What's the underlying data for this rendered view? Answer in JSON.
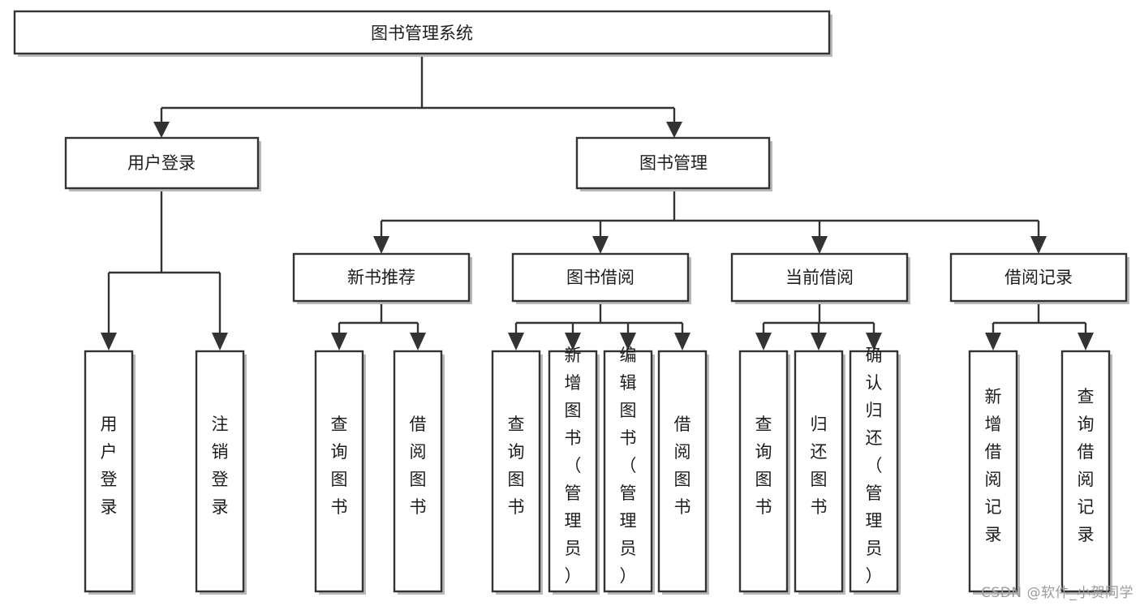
{
  "diagram": {
    "title": "图书管理系统",
    "type": "tree-hierarchy",
    "orientation": "top-down",
    "colors": {
      "box_fill": "#ffffff",
      "box_stroke": "#333333",
      "shadow": "#b9b9b9",
      "text": "#1d1d1d",
      "background": "#ffffff",
      "watermark": "#9b9b9b"
    }
  },
  "nodes": {
    "root": {
      "label": "图书管理系统"
    },
    "level2": [
      {
        "label": "用户登录"
      },
      {
        "label": "图书管理"
      }
    ],
    "level3": [
      {
        "label": "新书推荐"
      },
      {
        "label": "图书借阅"
      },
      {
        "label": "当前借阅"
      },
      {
        "label": "借阅记录"
      }
    ],
    "leaves": {
      "user_login": [
        {
          "label": "用户登录"
        },
        {
          "label": "注销登录"
        }
      ],
      "new_book_recommend": [
        {
          "label": "查询图书"
        },
        {
          "label": "借阅图书"
        }
      ],
      "book_borrow": [
        {
          "label": "查询图书"
        },
        {
          "label": "新增图书（管理员）"
        },
        {
          "label": "编辑图书（管理员）"
        },
        {
          "label": "借阅图书"
        }
      ],
      "current_borrow": [
        {
          "label": "查询图书"
        },
        {
          "label": "归还图书"
        },
        {
          "label": "确认归还（管理员）"
        }
      ],
      "borrow_records": [
        {
          "label": "新增借阅记录"
        },
        {
          "label": "查询借阅记录"
        }
      ]
    }
  },
  "watermark": {
    "text": "CSDN @软件_小贺同学"
  }
}
